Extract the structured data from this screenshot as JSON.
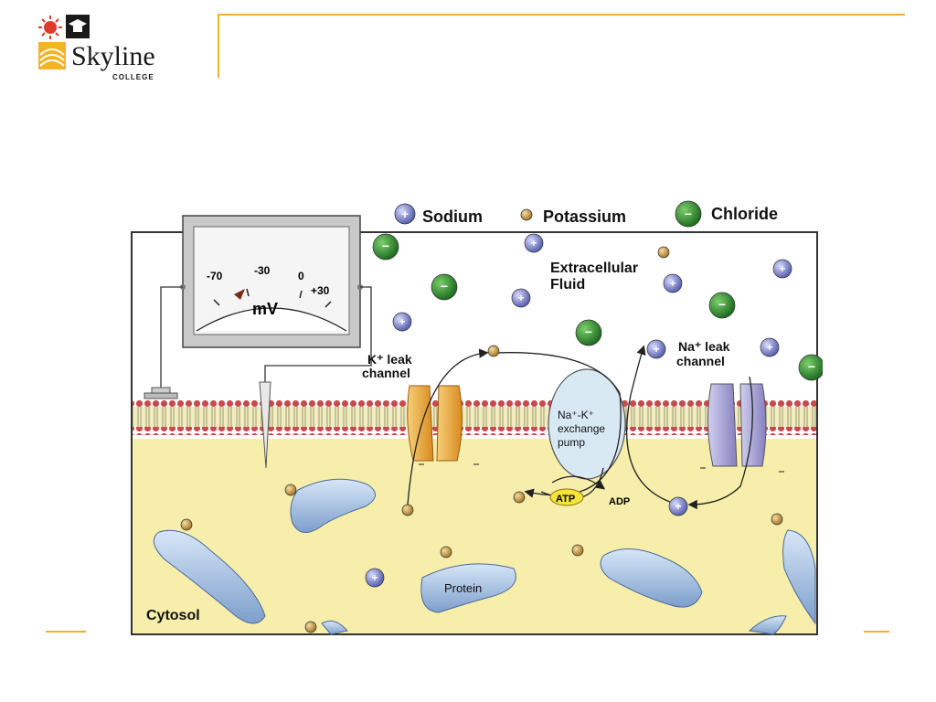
{
  "logo": {
    "name": "Skyline",
    "sub": "COLLEGE"
  },
  "legend": {
    "sodium": "Sodium",
    "potassium": "Potassium",
    "chloride": "Chloride"
  },
  "meter": {
    "tick_neg70": "-70",
    "tick_neg30": "-30",
    "tick_0": "0",
    "tick_pos30": "+30",
    "unit": "mV"
  },
  "labels": {
    "extracellular": [
      "Extracellular",
      "Fluid"
    ],
    "k_leak": [
      "K⁺ leak",
      "channel"
    ],
    "na_leak": [
      "Na⁺ leak",
      "channel"
    ],
    "pump": [
      "Na⁺-K⁺",
      "exchange",
      "pump"
    ],
    "atp": "ATP",
    "adp": "ADP",
    "protein": "Protein",
    "cytosol": "Cytosol"
  },
  "ion_symbols": {
    "plus": "+",
    "minus": "−"
  },
  "colors": {
    "accent": "#f0b030",
    "cytosol": "#f6eeaa",
    "sodium": "#7a82c8",
    "potassium": "#c99a3a",
    "chloride": "#2f8f2f",
    "protein": "#9fbce0"
  }
}
